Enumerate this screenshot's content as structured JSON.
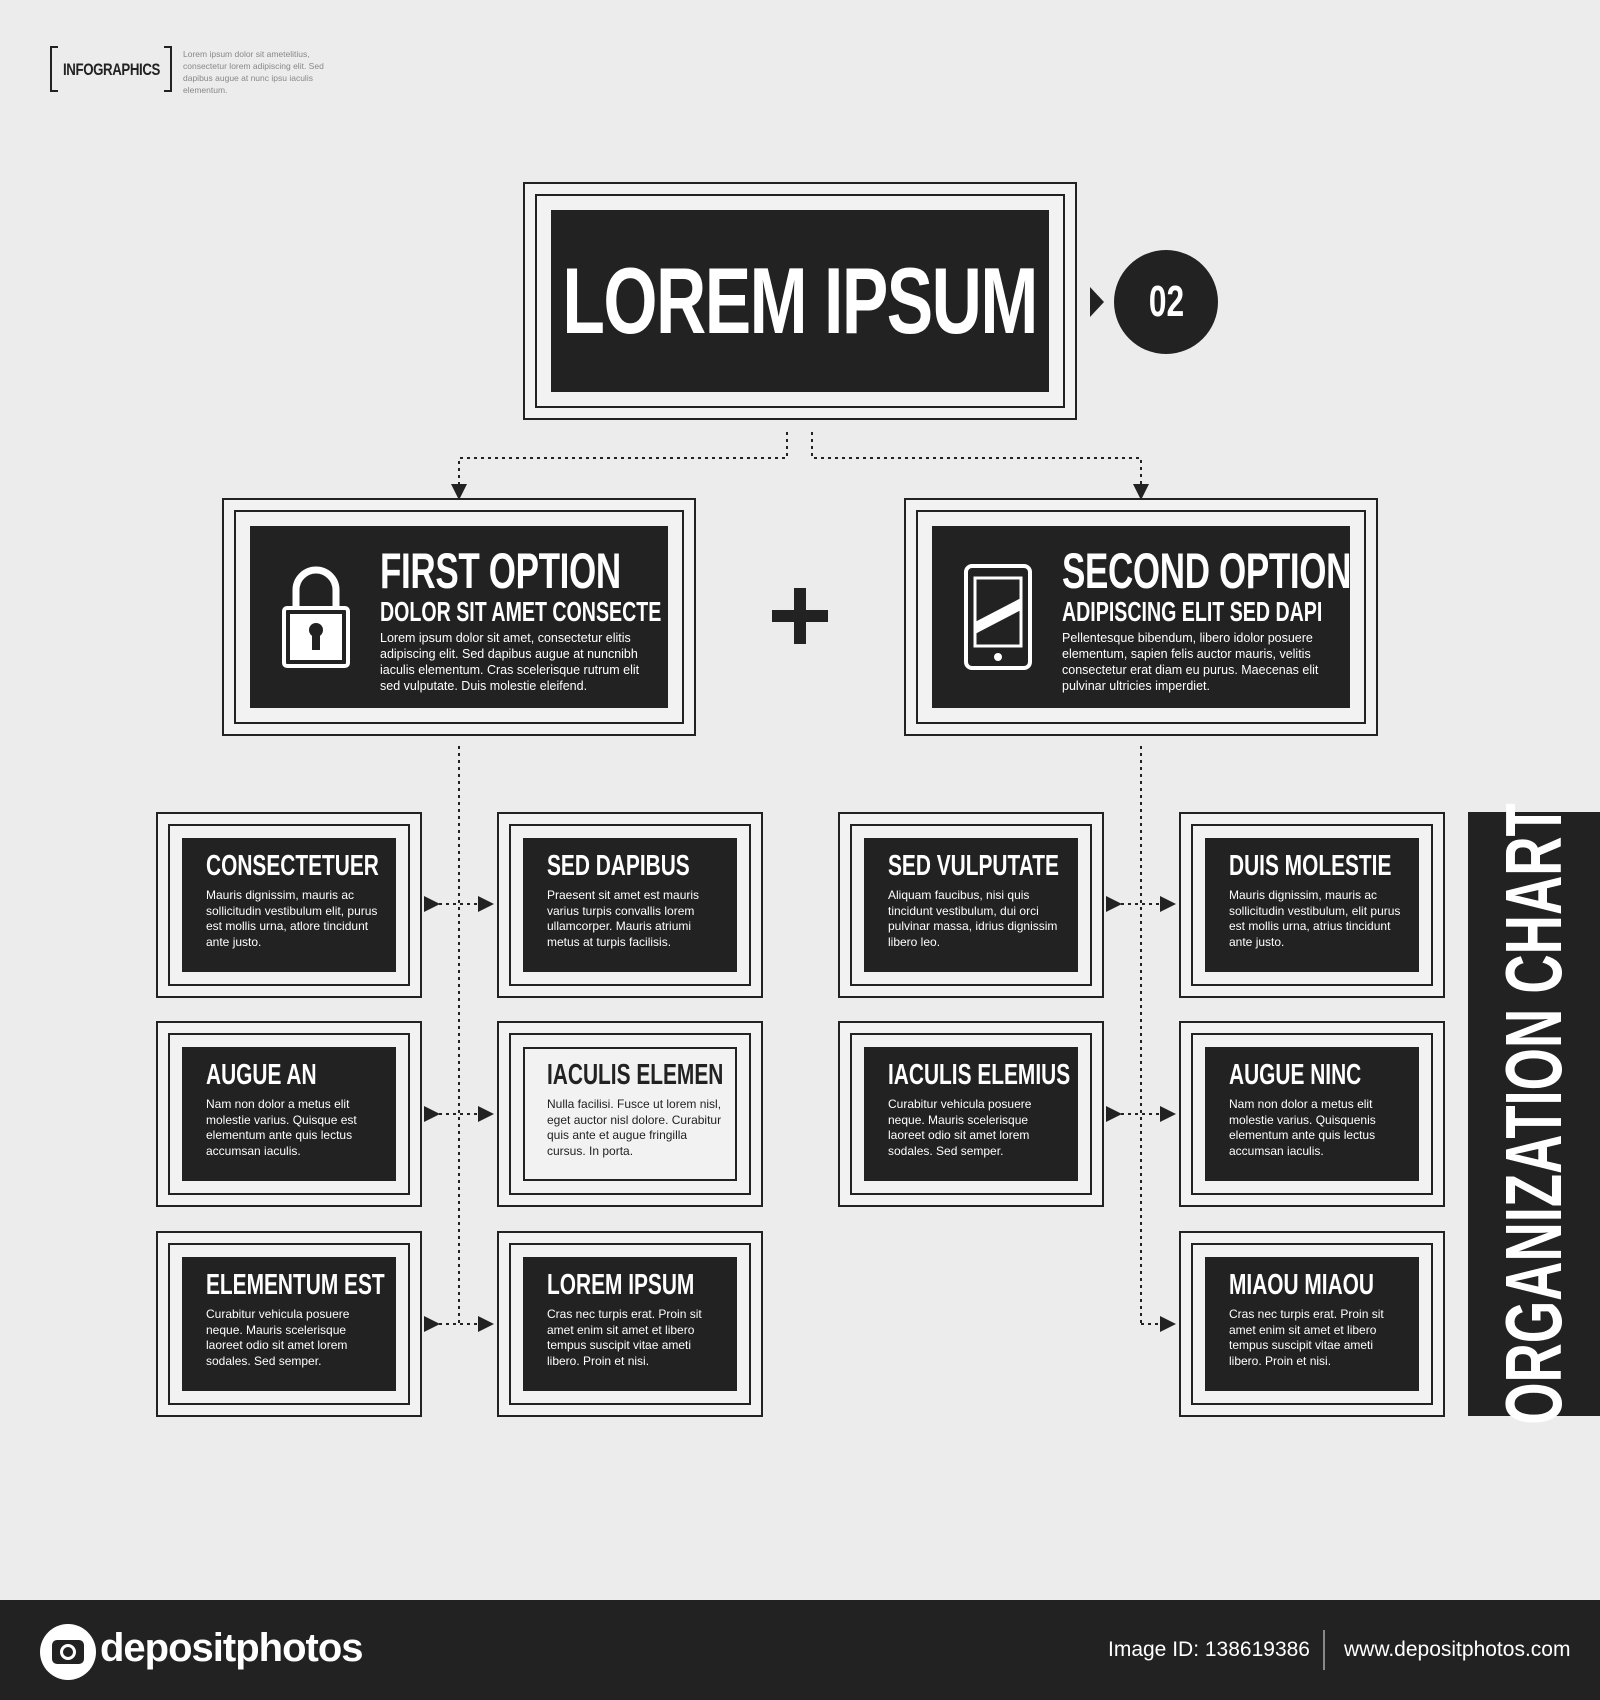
{
  "header": {
    "brand": "INFOGRAPHICS",
    "description": "Lorem ipsum dolor sit ametelitius, consectetur lorem adipiscing elit. Sed dapibus augue at nunc ipsu iaculis elementum."
  },
  "root": {
    "title": "LOREM IPSUM",
    "badge": "02"
  },
  "options": [
    {
      "title": "FIRST OPTION",
      "subtitle": "DOLOR SIT AMET CONSECTE",
      "text": "Lorem ipsum dolor sit amet, consectetur elitis adipiscing elit. Sed dapibus augue at nuncnibh iaculis elementum. Cras scelerisque rutrum elit sed vulputate. Duis molestie eleifend.",
      "icon": "padlock-icon"
    },
    {
      "title": "SECOND OPTION",
      "subtitle": "ADIPISCING ELIT SED DAPI",
      "text": "Pellentesque bibendum, libero idolor posuere elementum, sapien felis auctor mauris, velitis consectetur erat diam eu purus. Maecenas elit pulvinar ultricies imperdiet.",
      "icon": "tablet-icon"
    }
  ],
  "cards": [
    {
      "title": "CONSECTETUER",
      "text": "Mauris dignissim, mauris ac sollicitudin vestibulum elit, purus est mollis urna, atlore tincidunt ante justo."
    },
    {
      "title": "SED DAPIBUS",
      "text": "Praesent sit amet est mauris varius turpis convallis lorem ullamcorper. Mauris atriumi metus at turpis facilisis."
    },
    {
      "title": "SED VULPUTATE",
      "text": "Aliquam faucibus, nisi quis tincidunt vestibulum, dui orci pulvinar massa, idrius dignissim libero leo."
    },
    {
      "title": "DUIS MOLESTIE",
      "text": "Mauris dignissim, mauris ac sollicitudin vestibulum, elit purus est mollis urna, atrius tincidunt ante justo."
    },
    {
      "title": "AUGUE AN",
      "text": "Nam non dolor a metus elit molestie varius. Quisque est elementum ante quis lectus accumsan iaculis."
    },
    {
      "title": "IACULIS ELEMEN",
      "text": "Nulla facilisi. Fusce ut lorem nisl, eget auctor nisl dolore. Curabitur quis ante et augue fringilla cursus. In porta."
    },
    {
      "title": "IACULIS ELEMIUS",
      "text": "Curabitur vehicula posuere neque. Mauris scelerisque laoreet odio sit amet lorem sodales. Sed semper."
    },
    {
      "title": "AUGUE NINC",
      "text": "Nam non dolor a metus elit molestie varius. Quisquenis elementum ante quis lectus accumsan iaculis."
    },
    {
      "title": "ELEMENTUM EST",
      "text": "Curabitur vehicula posuere neque. Mauris scelerisque laoreet odio sit amet lorem sodales. Sed semper."
    },
    {
      "title": "LOREM IPSUM",
      "text": "Cras nec turpis erat. Proin sit amet enim sit amet et libero tempus suscipit vitae ameti libero. Proin et nisi."
    },
    {
      "title": "MIAOU MIAOU",
      "text": "Cras nec turpis erat. Proin sit amet enim sit amet et libero tempus suscipit vitae ameti libero. Proin et nisi."
    }
  ],
  "vertical_label": "ORGANIZATION CHART",
  "footer": {
    "logo": "depositphotos",
    "image_id": "Image ID: 138619386",
    "site": "www.depositphotos.com"
  },
  "colors": {
    "dark": "#222222",
    "background": "#ececec"
  }
}
